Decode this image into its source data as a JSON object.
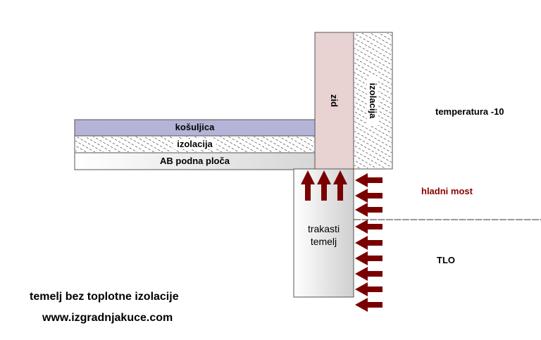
{
  "layers": {
    "kosuljica": "košuljica",
    "izolacija_floor": "izolacija",
    "ab_ploca": "AB podna ploča",
    "zid": "zid",
    "izolacija_wall": "izolacija",
    "temelj_line1": "trakasti",
    "temelj_line2": "temelj"
  },
  "annotations": {
    "temperature": "temperatura -10",
    "thermal_bridge": "hladni most",
    "ground": "TLO"
  },
  "footer": {
    "caption": "temelj bez toplotne izolacije",
    "website": "www.izgradnjakuce.com"
  },
  "colors": {
    "kosuljica": "#b4b4d8",
    "zid": "#e8d2d2",
    "arrow": "#7a0000",
    "thermal_bridge_text": "#8b0000"
  }
}
